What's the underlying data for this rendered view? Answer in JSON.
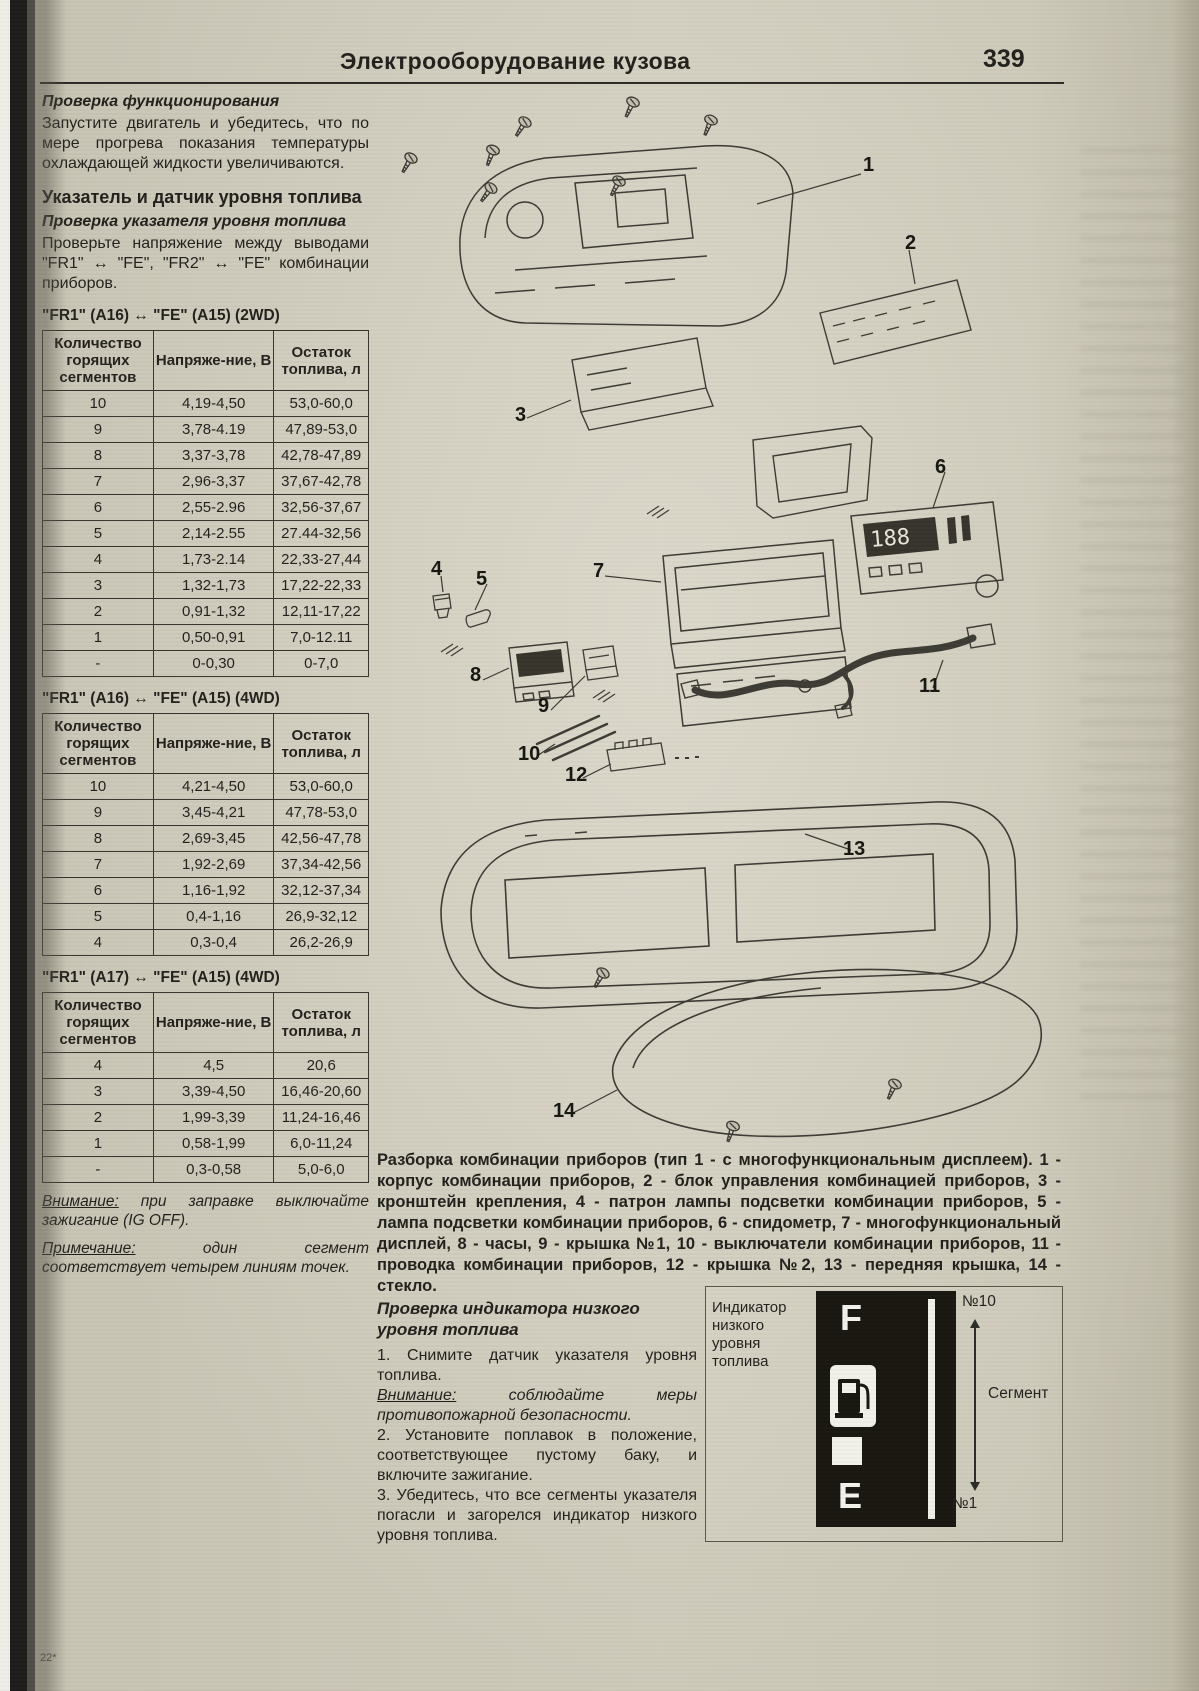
{
  "header": {
    "title": "Электрооборудование кузова",
    "page_number": "339"
  },
  "footer": {
    "mark": "22*"
  },
  "left": {
    "intro_heading": "Проверка функционирования",
    "intro_body": "Запустите двигатель и убедитесь, что по мере прогрева показания температуры охлаждающей жидкости увеличиваются.",
    "section_heading": "Указатель и датчик уровня топлива",
    "sub_heading": "Проверка указателя уровня топлива",
    "sub_body": "Проверьте напряжение между выводами \"FR1\" ↔ \"FE\", \"FR2\" ↔ \"FE\" комбинации приборов.",
    "tables": [
      {
        "title": "\"FR1\" (A16) ↔ \"FE\" (A15) (2WD)",
        "headers": [
          "Количество горящих сегментов",
          "Напряже-ние, В",
          "Остаток топлива, л"
        ],
        "rows": [
          [
            "10",
            "4,19-4,50",
            "53,0-60,0"
          ],
          [
            "9",
            "3,78-4.19",
            "47,89-53,0"
          ],
          [
            "8",
            "3,37-3,78",
            "42,78-47,89"
          ],
          [
            "7",
            "2,96-3,37",
            "37,67-42,78"
          ],
          [
            "6",
            "2,55-2.96",
            "32,56-37,67"
          ],
          [
            "5",
            "2,14-2.55",
            "27.44-32,56"
          ],
          [
            "4",
            "1,73-2.14",
            "22,33-27,44"
          ],
          [
            "3",
            "1,32-1,73",
            "17,22-22,33"
          ],
          [
            "2",
            "0,91-1,32",
            "12,11-17,22"
          ],
          [
            "1",
            "0,50-0,91",
            "7,0-12.11"
          ],
          [
            "-",
            "0-0,30",
            "0-7,0"
          ]
        ]
      },
      {
        "title": "\"FR1\" (A16) ↔ \"FE\" (A15) (4WD)",
        "headers": [
          "Количество горящих сегментов",
          "Напряже-ние, В",
          "Остаток топлива, л"
        ],
        "rows": [
          [
            "10",
            "4,21-4,50",
            "53,0-60,0"
          ],
          [
            "9",
            "3,45-4,21",
            "47,78-53,0"
          ],
          [
            "8",
            "2,69-3,45",
            "42,56-47,78"
          ],
          [
            "7",
            "1,92-2,69",
            "37,34-42,56"
          ],
          [
            "6",
            "1,16-1,92",
            "32,12-37,34"
          ],
          [
            "5",
            "0,4-1,16",
            "26,9-32,12"
          ],
          [
            "4",
            "0,3-0,4",
            "26,2-26,9"
          ]
        ]
      },
      {
        "title": "\"FR1\" (A17) ↔ \"FE\" (A15) (4WD)",
        "headers": [
          "Количество горящих сегментов",
          "Напряже-ние, В",
          "Остаток топлива, л"
        ],
        "rows": [
          [
            "4",
            "4,5",
            "20,6"
          ],
          [
            "3",
            "3,39-4,50",
            "16,46-20,60"
          ],
          [
            "2",
            "1,99-3,39",
            "11,24-16,46"
          ],
          [
            "1",
            "0,58-1,99",
            "6,0-11,24"
          ],
          [
            "-",
            "0,3-0,58",
            "5,0-6,0"
          ]
        ]
      }
    ],
    "notes": {
      "warning_label": "Внимание:",
      "warning_text": " при заправке выключайте зажигание (IG OFF).",
      "note_label": "Примечание:",
      "note_text": " один сегмент соответствует четырем линиям точек."
    }
  },
  "diagram": {
    "callouts": [
      "1",
      "2",
      "3",
      "4",
      "5",
      "6",
      "7",
      "8",
      "9",
      "10",
      "11",
      "12",
      "13",
      "14"
    ],
    "display_reading": "188",
    "caption": "Разборка комбинации приборов (тип 1 - с многофункциональным дисплеем). 1 - корпус комбинации приборов, 2 - блок управления комбинацией приборов, 3 - кронштейн крепления, 4 - патрон лампы подсветки комбинации приборов, 5 - лампа подсветки комбинации приборов, 6 - спидометр, 7 - многофункциональный дисплей, 8 - часы, 9 - крышка №1, 10 - выключатели комбинации приборов, 11 - проводка комбинации приборов, 12 - крышка №2, 13 - передняя крышка, 14 - стекло."
  },
  "low_fuel": {
    "heading": "Проверка индикатора низкого уровня топлива",
    "step1": "1. Снимите датчик указателя уровня топлива.",
    "warning_label": "Внимание:",
    "warning_text": " соблюдайте меры противопожарной безопасности.",
    "step2": "2. Установите поплавок в положение, соответствующее пустому баку, и включите зажигание.",
    "step3": "3. Убедитесь, что все сегменты указателя погасли и загорелся индикатор низкого уровня топлива."
  },
  "figure": {
    "label": "Индикатор низкого уровня топлива",
    "full_letter": "F",
    "empty_letter": "E",
    "top_right": "№10",
    "segment": "Сегмент",
    "bottom_right": "№1"
  }
}
